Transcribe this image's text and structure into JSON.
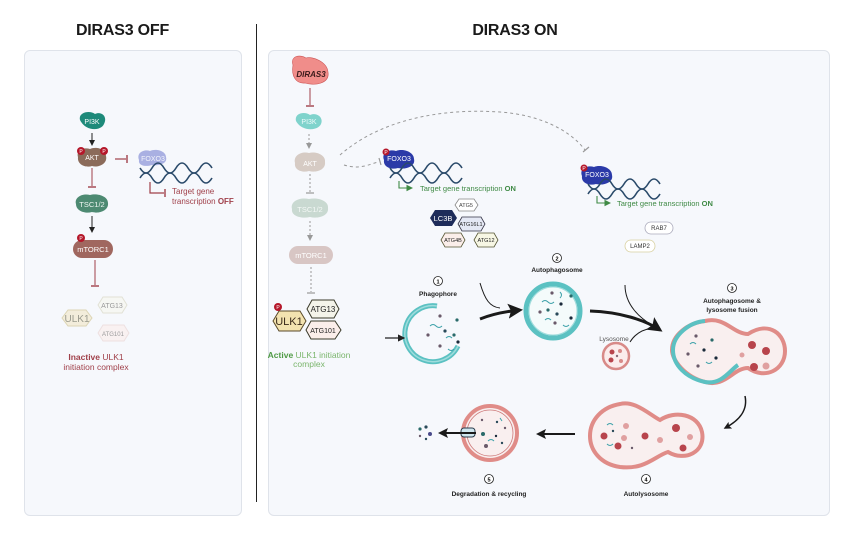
{
  "titles": {
    "off": "DIRAS3 OFF",
    "on": "DIRAS3 ON"
  },
  "colors": {
    "pi3k": "#1e8a7a",
    "pi3k_faded": "#7fd3cc",
    "akt": "#8b6b5a",
    "akt_faded": "#d6cbc4",
    "tsc": "#4d8a72",
    "tsc_faded": "#c9d9d1",
    "mtorc": "#a0675f",
    "mtorc_faded": "#d8c6c4",
    "foxo3_active": "#2b3aa8",
    "foxo3_inactive": "#a9b0e2",
    "diras3": "#f08d8a",
    "phospho": "#b5172a",
    "inhibit": "#a0404a",
    "green": "#3f8a45",
    "teal": "#5bc1c2",
    "lyso": "#e08c88",
    "dna": "#2a4a6a"
  },
  "off_panel": {
    "pi3k": "PI3K",
    "akt": "AKT",
    "foxo3": "FOXO3",
    "tsc": "TSC1/2",
    "mtorc1": "mTORC1",
    "target_line1": "Target gene",
    "target_line2": "transcription",
    "target_state": "OFF",
    "ulk1": "ULK1",
    "atg13": "ATG13",
    "atg101": "ATG101",
    "caption_bold": "Inactive",
    "caption_rest": " ULK1",
    "caption_line2": "initiation complex",
    "phospho": "P"
  },
  "on_panel": {
    "diras3": "DIRAS3",
    "pi3k": "PI3K",
    "akt": "AKT",
    "tsc": "TSC1/2",
    "mtorc1": "mTORC1",
    "ulk1": "ULK1",
    "atg13": "ATG13",
    "atg101": "ATG101",
    "caption_bold": "Active",
    "caption_rest": " ULK1 initiation",
    "caption_line2": "complex",
    "foxo3": "FOXO3",
    "target_text": "Target gene transcription ",
    "target_state": "ON",
    "phospho": "P",
    "autophagy_proteins": [
      "LC3B",
      "ATG5",
      "ATG16L1",
      "ATG4B",
      "ATG12"
    ],
    "lysosome_proteins": [
      "RAB7",
      "LAMP2"
    ],
    "lysosome_label": "Lysosome",
    "steps": [
      {
        "num": "1",
        "label": "Phagophore"
      },
      {
        "num": "2",
        "label": "Autophagosome"
      },
      {
        "num": "3",
        "label": "Autophagosome &",
        "label2": "lysosome fusion"
      },
      {
        "num": "4",
        "label": "Autolysosome"
      },
      {
        "num": "5",
        "label": "Degradation & recycling"
      }
    ]
  }
}
